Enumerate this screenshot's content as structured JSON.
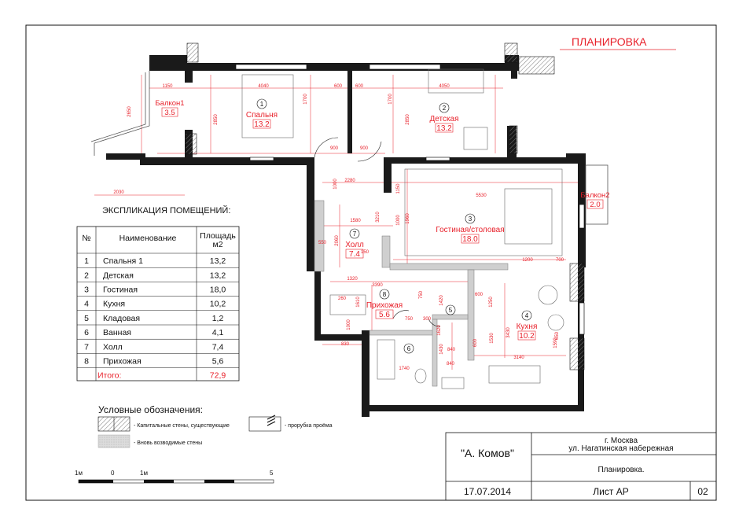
{
  "title": "ПЛАНИРОВКА",
  "rooms": [
    {
      "num": "1",
      "name": "Спальня",
      "area": "13.2"
    },
    {
      "num": "2",
      "name": "Детская",
      "area": "13.2"
    },
    {
      "num": "3",
      "name": "Гостиная/столовая",
      "area": "18.0"
    },
    {
      "num": "4",
      "name": "Кухня",
      "area": "10.2"
    },
    {
      "num": "5",
      "name": "",
      "area": ""
    },
    {
      "num": "6",
      "name": "",
      "area": ""
    },
    {
      "num": "7",
      "name": "Холл",
      "area": "7.4"
    },
    {
      "num": "8",
      "name": "Прихожая",
      "area": "5.6"
    }
  ],
  "balconies": [
    {
      "name": "Балкон1",
      "area": "3.5"
    },
    {
      "name": "Балкон2",
      "area": "2.0"
    }
  ],
  "dims": [
    "1150",
    "4040",
    "600",
    "600",
    "4050",
    "2650",
    "2850",
    "1700",
    "1700",
    "2850",
    "900",
    "900",
    "1000",
    "2030",
    "2280",
    "1150",
    "5530",
    "1000",
    "1960",
    "3210",
    "1580",
    "2060",
    "550",
    "150",
    "1320",
    "3390",
    "1200",
    "700",
    "260",
    "1610",
    "750",
    "1420",
    "600",
    "1250",
    "1530",
    "3430",
    "1590",
    "750",
    "300",
    "830",
    "1430",
    "840",
    "600",
    "1740",
    "3140",
    "840",
    "650",
    "1000",
    "1620"
  ],
  "explication": {
    "title": "ЭКСПЛИКАЦИЯ ПОМЕЩЕНИЙ:",
    "headers": [
      "№",
      "Наименование",
      "Площадь м2"
    ],
    "rows": [
      [
        "1",
        "Спальня 1",
        "13,2"
      ],
      [
        "2",
        "Детская",
        "13,2"
      ],
      [
        "3",
        "Гостиная",
        "18,0"
      ],
      [
        "4",
        "Кухня",
        "10,2"
      ],
      [
        "5",
        "Кладовая",
        "1,2"
      ],
      [
        "6",
        "Ванная",
        "4,1"
      ],
      [
        "7",
        "Холл",
        "7,4"
      ],
      [
        "8",
        "Прихожая",
        "5,6"
      ]
    ],
    "total_label": "Итого:",
    "total_value": "72,9"
  },
  "legend": {
    "title": "Условные обозначения:",
    "items": [
      "- Капитальные стены, существующие",
      "- прорубка проёма",
      "- Вновь возводимые стены"
    ]
  },
  "scale": {
    "labels": [
      "1м",
      "0",
      "1м",
      "5"
    ]
  },
  "stamp": {
    "author": "\"А. Комов\"",
    "city": "г. Москва",
    "address": "ул. Нагатинская набережная",
    "sheet_name": "Планировка.",
    "date": "17.07.2014",
    "sheet_label": "Лист АР",
    "sheet_num": "02"
  },
  "colors": {
    "accent": "#e8202a",
    "wall": "#111111",
    "new_wall": "#cfcfcf",
    "hatch": "#777777"
  }
}
